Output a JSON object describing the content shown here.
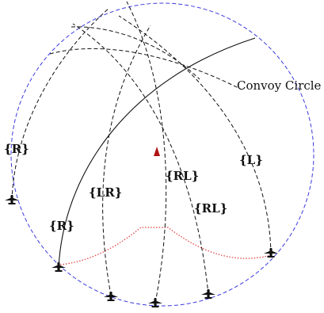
{
  "diagram": {
    "title": "Convoy Circle",
    "path_labels": [
      {
        "id": "r-left",
        "text": "{R}"
      },
      {
        "id": "r-lower",
        "text": "{R}"
      },
      {
        "id": "lr",
        "text": "{LR}"
      },
      {
        "id": "rl-mid",
        "text": "{RL}"
      },
      {
        "id": "rl-right",
        "text": "{RL}"
      },
      {
        "id": "l",
        "text": "{L}"
      }
    ],
    "colors": {
      "circle": "#3a3adf",
      "path": "#111111",
      "boundary": "#e23a3a",
      "ship": "#b11313",
      "aircraft": "#111111"
    }
  }
}
